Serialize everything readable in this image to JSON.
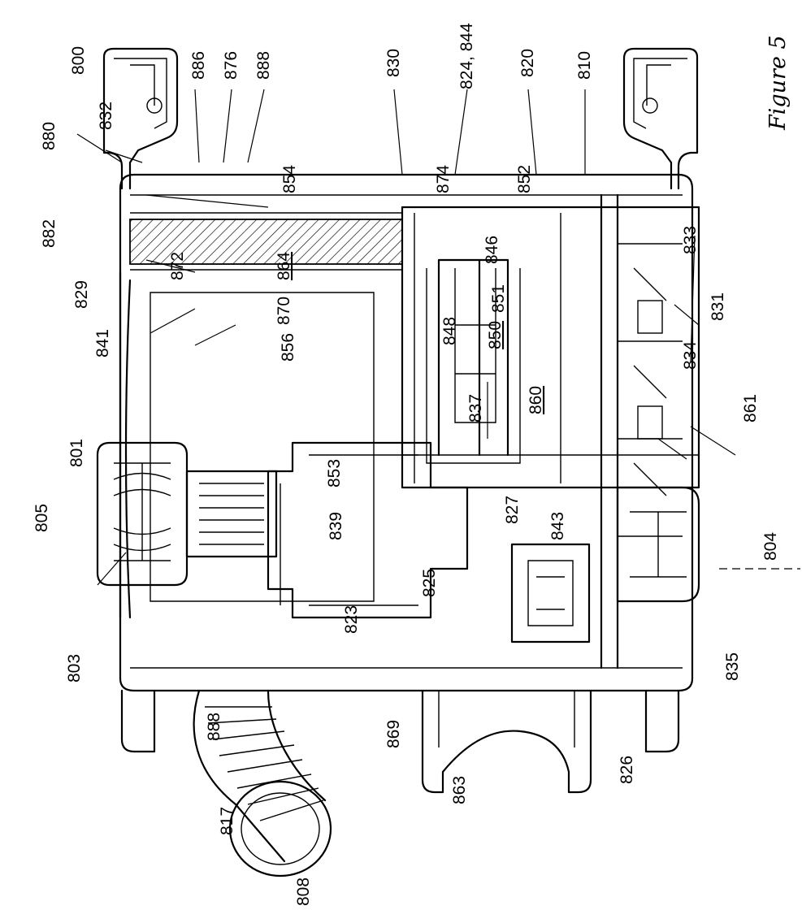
{
  "figure": {
    "caption": "Figure 5",
    "labels": [
      {
        "id": "800",
        "text": "800",
        "underline": false
      },
      {
        "id": "832",
        "text": "832",
        "underline": false
      },
      {
        "id": "886",
        "text": "886",
        "underline": false
      },
      {
        "id": "876",
        "text": "876",
        "underline": false
      },
      {
        "id": "888a",
        "text": "888",
        "underline": false
      },
      {
        "id": "830",
        "text": "830",
        "underline": false
      },
      {
        "id": "824",
        "text": "824, 844",
        "underline": false
      },
      {
        "id": "820",
        "text": "820",
        "underline": false
      },
      {
        "id": "810",
        "text": "810",
        "underline": false
      },
      {
        "id": "880",
        "text": "880",
        "underline": false
      },
      {
        "id": "854",
        "text": "854",
        "underline": false
      },
      {
        "id": "874",
        "text": "874",
        "underline": false
      },
      {
        "id": "852",
        "text": "852",
        "underline": false
      },
      {
        "id": "833",
        "text": "833",
        "underline": false
      },
      {
        "id": "882",
        "text": "882",
        "underline": false
      },
      {
        "id": "864",
        "text": "864",
        "underline": true
      },
      {
        "id": "870",
        "text": "870",
        "underline": false
      },
      {
        "id": "846",
        "text": "846",
        "underline": false
      },
      {
        "id": "872",
        "text": "872",
        "underline": false
      },
      {
        "id": "829",
        "text": "829",
        "underline": false
      },
      {
        "id": "851",
        "text": "851",
        "underline": false
      },
      {
        "id": "831",
        "text": "831",
        "underline": false
      },
      {
        "id": "841",
        "text": "841",
        "underline": false
      },
      {
        "id": "856",
        "text": "856",
        "underline": false
      },
      {
        "id": "848",
        "text": "848",
        "underline": false
      },
      {
        "id": "850",
        "text": "850",
        "underline": true
      },
      {
        "id": "834",
        "text": "834",
        "underline": false
      },
      {
        "id": "837",
        "text": "837",
        "underline": false
      },
      {
        "id": "860",
        "text": "860",
        "underline": true
      },
      {
        "id": "861",
        "text": "861",
        "underline": false
      },
      {
        "id": "801",
        "text": "801",
        "underline": false
      },
      {
        "id": "853",
        "text": "853",
        "underline": false
      },
      {
        "id": "805",
        "text": "805",
        "underline": false
      },
      {
        "id": "839",
        "text": "839",
        "underline": false
      },
      {
        "id": "827",
        "text": "827",
        "underline": false
      },
      {
        "id": "825",
        "text": "825",
        "underline": false
      },
      {
        "id": "843",
        "text": "843",
        "underline": false
      },
      {
        "id": "804",
        "text": "804",
        "underline": false
      },
      {
        "id": "803",
        "text": "803",
        "underline": false
      },
      {
        "id": "823",
        "text": "823",
        "underline": false
      },
      {
        "id": "835",
        "text": "835",
        "underline": false
      },
      {
        "id": "888b",
        "text": "888",
        "underline": false
      },
      {
        "id": "869",
        "text": "869",
        "underline": false
      },
      {
        "id": "863",
        "text": "863",
        "underline": false
      },
      {
        "id": "826",
        "text": "826",
        "underline": false
      },
      {
        "id": "817",
        "text": "817",
        "underline": false
      },
      {
        "id": "808",
        "text": "808",
        "underline": false
      }
    ]
  }
}
